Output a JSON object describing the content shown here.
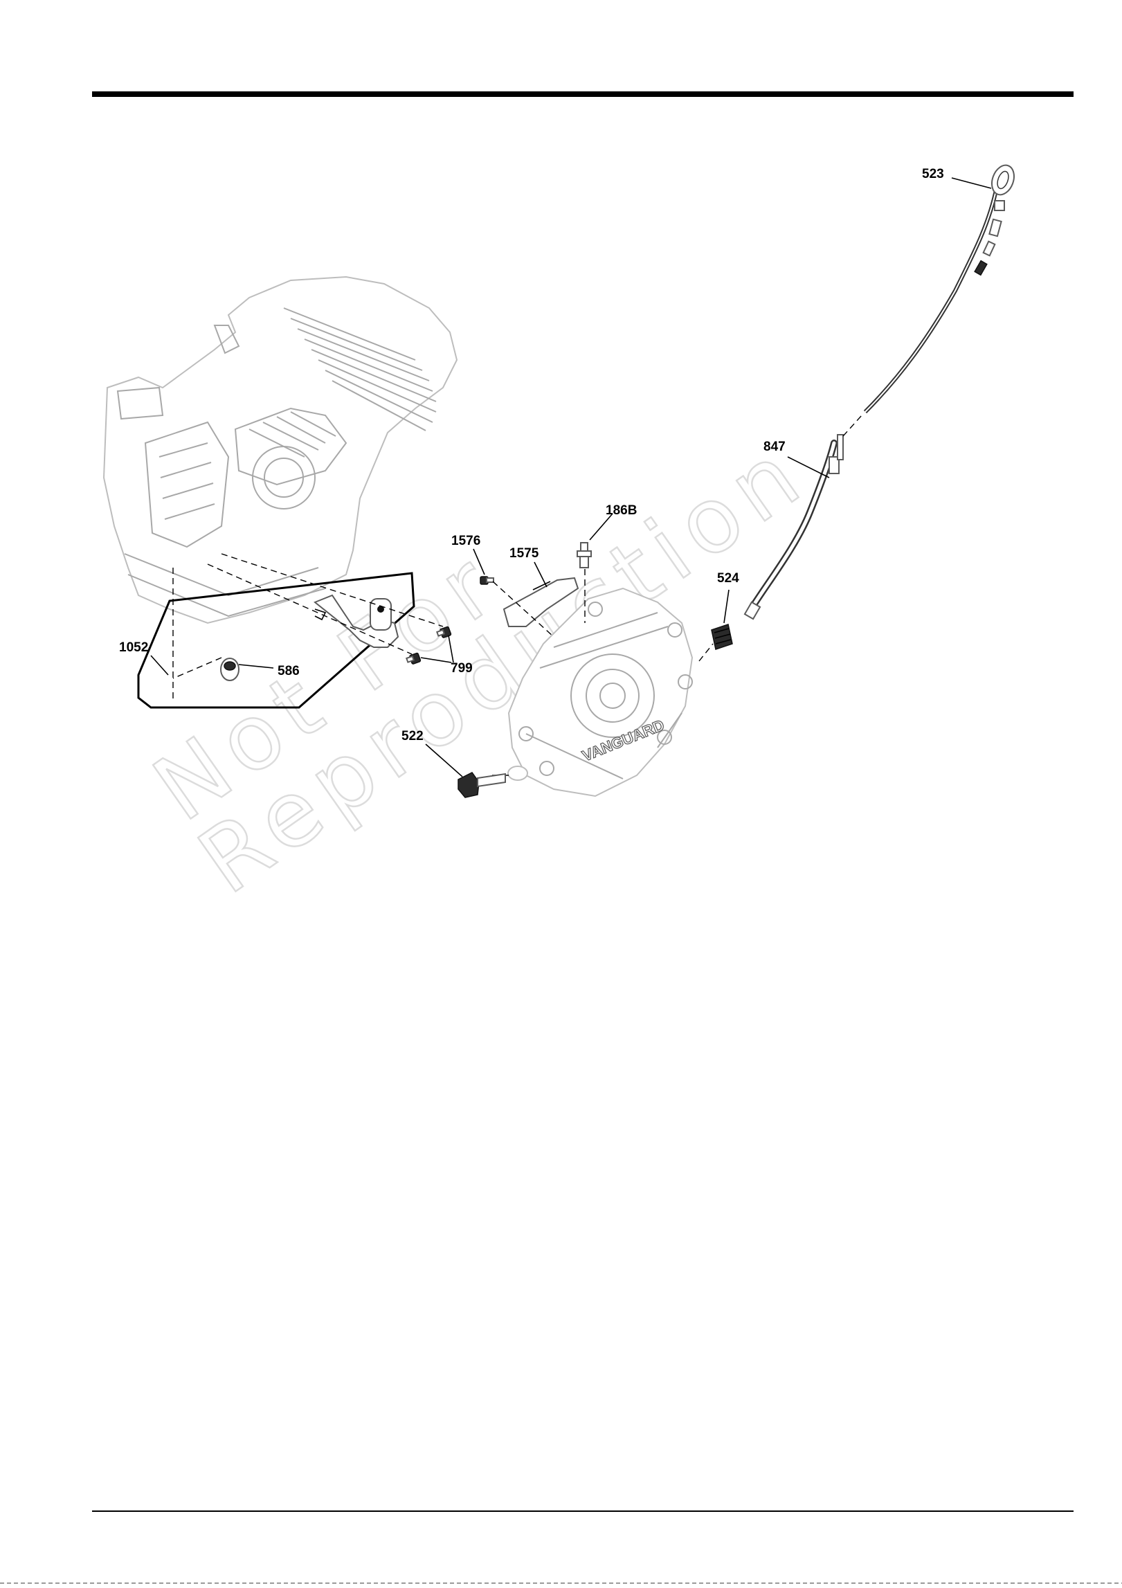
{
  "diagram": {
    "callouts": [
      {
        "id": "523",
        "label": "523"
      },
      {
        "id": "847",
        "label": "847"
      },
      {
        "id": "186B",
        "label": "186B"
      },
      {
        "id": "1576",
        "label": "1576"
      },
      {
        "id": "1575",
        "label": "1575"
      },
      {
        "id": "524",
        "label": "524"
      },
      {
        "id": "1052",
        "label": "1052"
      },
      {
        "id": "586",
        "label": "586"
      },
      {
        "id": "799",
        "label": "799"
      },
      {
        "id": "522",
        "label": "522"
      }
    ],
    "cover_brand": "VANGUARD"
  },
  "watermark": {
    "line1": "Not For",
    "line2": "Reproduction"
  },
  "colors": {
    "rule": "#000000",
    "watermark": "#dcdcdc",
    "linework": "#5a5a5a"
  }
}
